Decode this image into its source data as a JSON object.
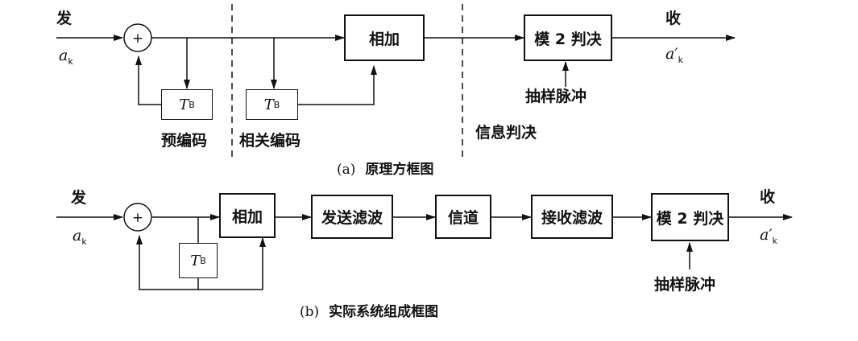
{
  "top": {
    "send_label": "发",
    "recv_label": "收",
    "input_symbol": "a",
    "input_sub": "k",
    "output_symbol": "a′",
    "output_sub": "k",
    "delay_symbol": "T",
    "delay_sub": "B",
    "add_block": "相加",
    "decision_block": "模 2 判决",
    "sampling_label": "抽样脉冲",
    "precode_label": "预编码",
    "correlative_label": "相关编码",
    "info_decision_label": "信息判决",
    "caption_label": "(a)",
    "caption_title": "原理方框图"
  },
  "bottom": {
    "send_label": "发",
    "recv_label": "收",
    "input_symbol": "a",
    "input_sub": "k",
    "output_symbol": "a′",
    "output_sub": "k",
    "delay_symbol": "T",
    "delay_sub": "B",
    "add_block": "相加",
    "tx_filter_block": "发送滤波",
    "channel_block": "信道",
    "rx_filter_block": "接收滤波",
    "decision_block": "模 2 判决",
    "sampling_label": "抽样脉冲",
    "caption_label": "(b)",
    "caption_title": "实际系统组成框图"
  },
  "symbols": {
    "adder": "+"
  }
}
